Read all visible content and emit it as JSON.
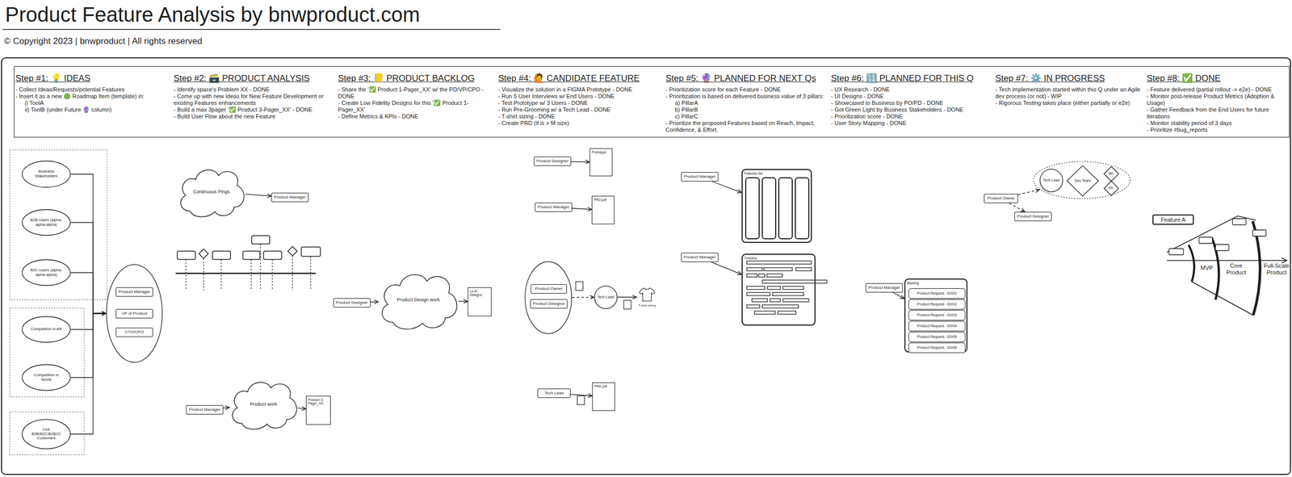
{
  "diagram": {
    "title": "Product Feature Analysis by bnwproduct.com",
    "caption": "© Copyright 2023 | bnwproduct | All rights reserved",
    "nodes": [
      {
        "text": [
          "Business Stakeholders"
        ]
      },
      {
        "text": [
          "B2B Users (alpha-alpha-alpha)"
        ]
      },
      {
        "text": [
          "B2C Users (alpha-alpha-alpha)"
        ]
      },
      {
        "text": [
          "Competition in AR"
        ]
      },
      {
        "text": [
          "Competition in World"
        ]
      },
      {
        "text": [
          "Live B2B/B2C/B2B2C Customers"
        ]
      },
      {
        "text": []
      },
      {
        "text": [
          "Product Manager"
        ],
        "in": 6
      },
      {
        "text": [
          "VP of Product"
        ],
        "in": 6
      },
      {
        "text": [
          "CTO/CPO"
        ],
        "in": 6
      },
      {
        "text": [
          "Continuous Pings"
        ]
      },
      {
        "text": [
          "Product Manager"
        ]
      },
      {
        "text": [
          "Product Manager"
        ]
      },
      {
        "text": [
          "Product work"
        ]
      },
      {
        "text": [
          "Product 3-Pager_XX"
        ]
      },
      {
        "text": [
          "Product Designer"
        ]
      },
      {
        "text": [
          "Product Design work"
        ]
      },
      {
        "text": [
          "Lo-Fi Designs"
        ]
      },
      {
        "text": [
          "Product Designer"
        ]
      },
      {
        "text": [
          "Prototype"
        ]
      },
      {
        "text": [
          "Product Manager"
        ]
      },
      {
        "text": [
          "PRD.pdf"
        ]
      },
      {
        "text": []
      },
      {
        "text": [
          "Product Owner"
        ],
        "in": 22
      },
      {
        "text": [
          "Product Designer"
        ],
        "in": 22
      },
      {
        "text": [
          "Tech Lead"
        ]
      },
      {
        "text": [
          "T-shirt sizing"
        ]
      },
      {
        "text": [
          "Tech Lead"
        ]
      },
      {
        "text": [
          "PRD.pdf"
        ]
      },
      {
        "text": [
          "Product Manager"
        ]
      },
      {
        "text": [
          "Features list"
        ]
      },
      {
        "text": [
          "Product Manager"
        ]
      },
      {
        "text": [
          "Timeline"
        ]
      },
      {
        "text": [
          "Product Manager"
        ]
      },
      {
        "text": [
          "Backlog"
        ]
      },
      {
        "text": [
          "Product Request - ID001"
        ],
        "in": 34
      },
      {
        "text": [
          "Product Request - ID002"
        ],
        "in": 34
      },
      {
        "text": [
          "Product Request - ID003"
        ],
        "in": 34
      },
      {
        "text": [
          "Product Request - ID004"
        ],
        "in": 34
      },
      {
        "text": [
          "Product Request - ID005"
        ],
        "in": 34
      },
      {
        "text": [
          "Product Request - ID006"
        ],
        "in": 34
      },
      {
        "text": [
          "Product Owner"
        ]
      },
      {
        "text": [
          "Product Designer"
        ]
      },
      {
        "text": []
      },
      {
        "text": [
          "Tech Lead"
        ],
        "in": 43
      },
      {
        "text": [
          "Dev Team"
        ],
        "in": 43
      },
      {
        "text": [
          "BE"
        ],
        "in": 43
      },
      {
        "text": [
          "FE"
        ],
        "in": 43
      },
      {
        "text": [
          "Feature A"
        ]
      }
    ],
    "edges": [
      {
        "from": 0,
        "to": 6,
        "arrow": "to"
      },
      {
        "from": 1,
        "to": 6,
        "arrow": "to"
      },
      {
        "from": 2,
        "to": 6,
        "arrow": "to"
      },
      {
        "from": 3,
        "to": 6,
        "arrow": "to"
      },
      {
        "from": 4,
        "to": 6,
        "arrow": "to"
      },
      {
        "from": 5,
        "to": 6,
        "arrow": "to"
      },
      {
        "from": 10,
        "to": 11,
        "arrow": "to"
      },
      {
        "from": 12,
        "to": 13,
        "arrow": "to"
      },
      {
        "from": 13,
        "to": 14,
        "arrow": "to"
      },
      {
        "from": 15,
        "to": 16,
        "arrow": "to"
      },
      {
        "from": 16,
        "to": 17,
        "arrow": "to"
      },
      {
        "from": 18,
        "to": 19,
        "arrow": "to"
      },
      {
        "from": 20,
        "to": 21,
        "arrow": "to"
      },
      {
        "from": 22,
        "to": 25,
        "arrow": "to"
      },
      {
        "from": 25,
        "to": 26,
        "arrow": "to"
      },
      {
        "from": 27,
        "to": 28,
        "arrow": "to"
      },
      {
        "from": 29,
        "to": 30,
        "arrow": "to"
      },
      {
        "from": 31,
        "to": 32,
        "arrow": "to"
      },
      {
        "from": 33,
        "to": 34,
        "arrow": "to"
      },
      {
        "from": 41,
        "to": 43,
        "arrow": "to"
      },
      {
        "from": 41,
        "to": 42,
        "arrow": "to"
      },
      {
        "from": 45,
        "to": 46,
        "arrow": "none"
      },
      {
        "from": 45,
        "to": 47,
        "arrow": "none"
      }
    ],
    "labels": [
      "Step #1: 💡 IDEAS",
      "- Collect Ideas/Requests/potential Features",
      "- Insert it as a new 🟢 Roadmap Item (template) in:",
      "i) ToolA",
      "ii) ToolB (under Future 🔮 column)",
      "Step #2: 🗃️ PRODUCT ANALYSIS",
      "- Identify space's Problem XX - DONE",
      "- Come up with new Ideas for New Feature Development or existing Features enhancements",
      "- Build a max 3pager '✅ Product 3-Pager_XX' - DONE",
      "- Build User Flow about the new Feature",
      "Step #3: 📒 PRODUCT BACKLOG",
      "- Share the '✅ Product 1-Pager_XX' w/ the PD/VP/CPO - DONE",
      "- Create Low Fidelity Designs for this '✅ Product 1-Pager_XX'",
      "- Define Metrics & KPIs - DONE",
      "Step #4: 🙋 CANDIDATE FEATURE",
      "- Visualize the solution in a FIGMA Prototype - DONE",
      "- Run 5 User Interviews w/ End Users - DONE",
      "- Test Prototype w/ 3 Users - DONE",
      "- Run Pre-Grooming w/ a Tech Lead - DONE",
      "- T-shirt sizing - DONE",
      "- Create PRD (if is > M size)",
      "Step #5: 🔮 PLANNED FOR NEXT Qs",
      "- Prioritization score for each Feature - DONE",
      "- Prioritization is based on delivered business value of 3 pillars:",
      "a) PillarA",
      "b) PillarB",
      "c) PillarC",
      "- Prioritize the proposed Features based on Reach, Impact, Confidence, & Effort.",
      "Step #6: 🔢 PLANNED FOR THIS Q",
      "- UX Research - DONE",
      "- UI Designs - DONE",
      "- Showcased to Business by PO/PD - DONE",
      "- Got Green Light by Business Stakeholders - DONE",
      "- Prioritization score - DONE",
      "- User Story Mapping - DONE",
      "Step #7: ⚙️ IN PROGRESS",
      "- Tech implementation started within this Q under an Agile dev process (or not) - WIP",
      "- Rigorous Testing takes place (either partially or e2e)",
      "Step #8: ✅ DONE",
      "- Feature delivered (partial rollout -> e2e) - DONE",
      "- Monitor post-release Product Metrics (Adoption & Usage)",
      "- Gather Feedback from the End Users for future iterations",
      "- Monitor stability period of 3 days",
      "- Prioritize #bug_reports",
      "MVP",
      "Core Product",
      "Full-Scale Product"
    ]
  }
}
